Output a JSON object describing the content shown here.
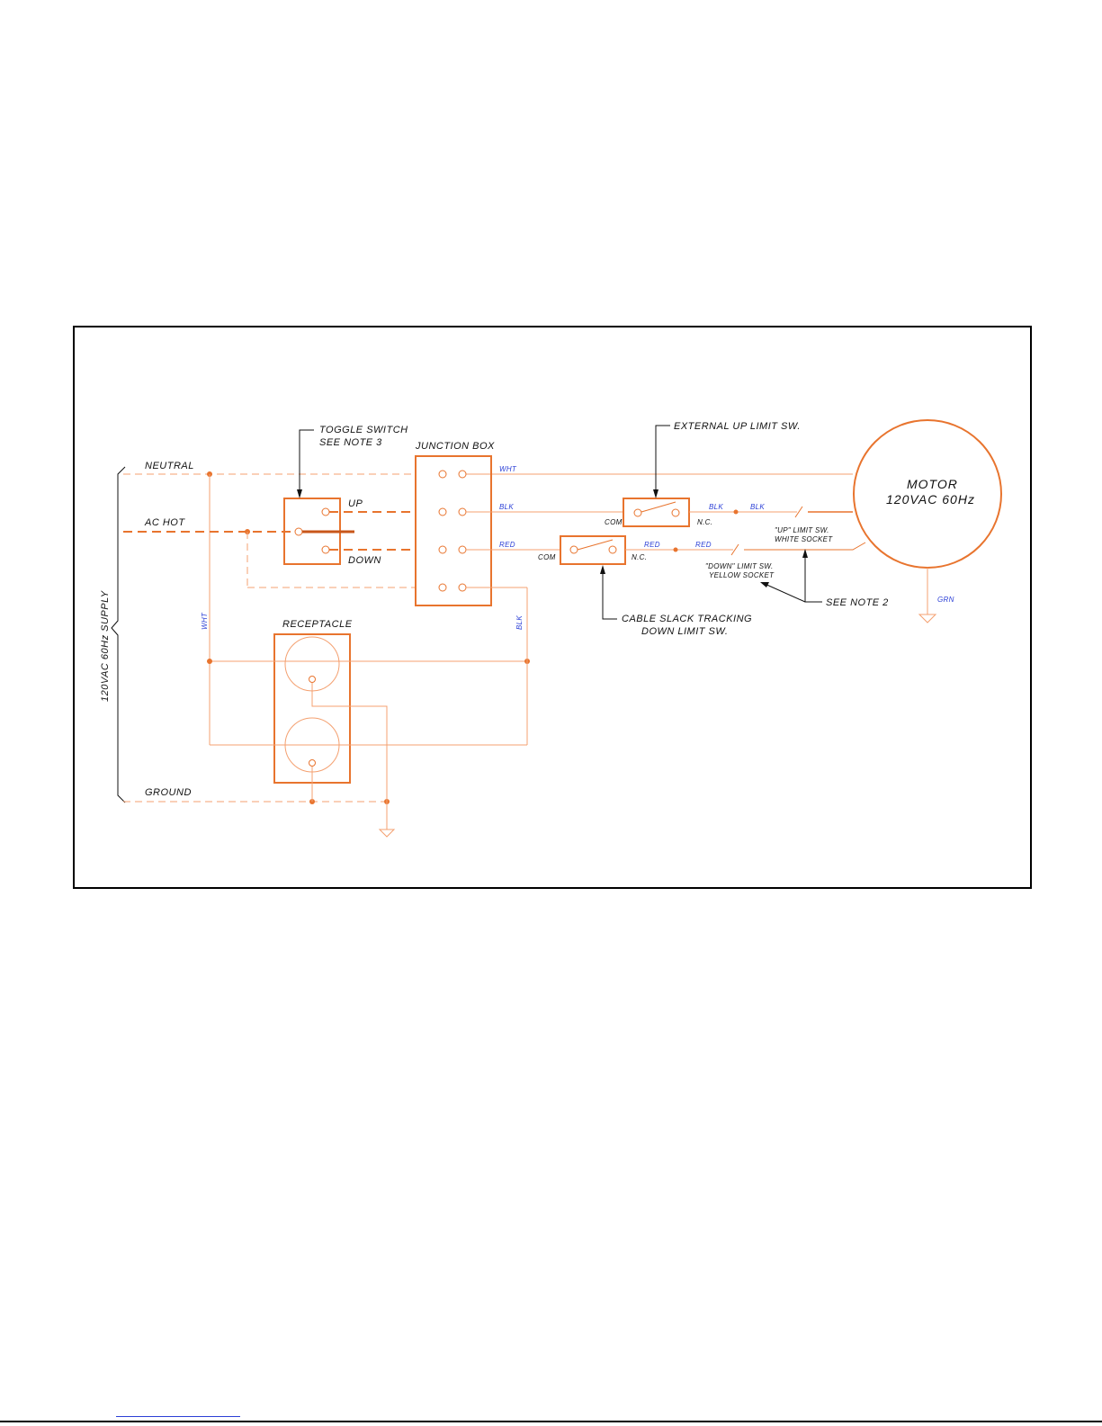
{
  "labels": {
    "neutral": "NEUTRAL",
    "ac_hot": "AC HOT",
    "ground": "GROUND",
    "supply": "120VAC 60Hz SUPPLY",
    "toggle_switch_line1": "TOGGLE SWITCH",
    "toggle_switch_line2": "SEE NOTE 3",
    "up": "UP",
    "down": "DOWN",
    "junction_box": "JUNCTION BOX",
    "receptacle": "RECEPTACLE",
    "external_up_limit": "EXTERNAL UP LIMIT SW.",
    "cable_slack_line1": "CABLE SLACK TRACKING",
    "cable_slack_line2": "DOWN LIMIT SW.",
    "motor_line1": "MOTOR",
    "motor_line2": "120VAC 60Hz",
    "com_upper": "COM",
    "nc_upper": "N.C.",
    "com_lower": "COM",
    "nc_lower": "N.C.",
    "up_limit_line1": "\"UP\" LIMIT SW.",
    "up_limit_line2": "WHITE SOCKET",
    "down_limit_line1": "\"DOWN\" LIMIT SW.",
    "down_limit_line2": "YELLOW SOCKET",
    "see_note_2": "SEE NOTE 2"
  },
  "wire_colors": {
    "wht_top": "WHT",
    "blk_top": "BLK",
    "red_top": "RED",
    "blk_after_sw": "BLK",
    "blk_motor": "BLK",
    "red_after_sw": "RED",
    "red_motor": "RED",
    "grn": "GRN",
    "wht_vertical": "WHT",
    "blk_vertical": "BLK"
  },
  "colors": {
    "wiring": "#e8742e",
    "wire_label": "#2b3fd6",
    "text": "#111111"
  }
}
